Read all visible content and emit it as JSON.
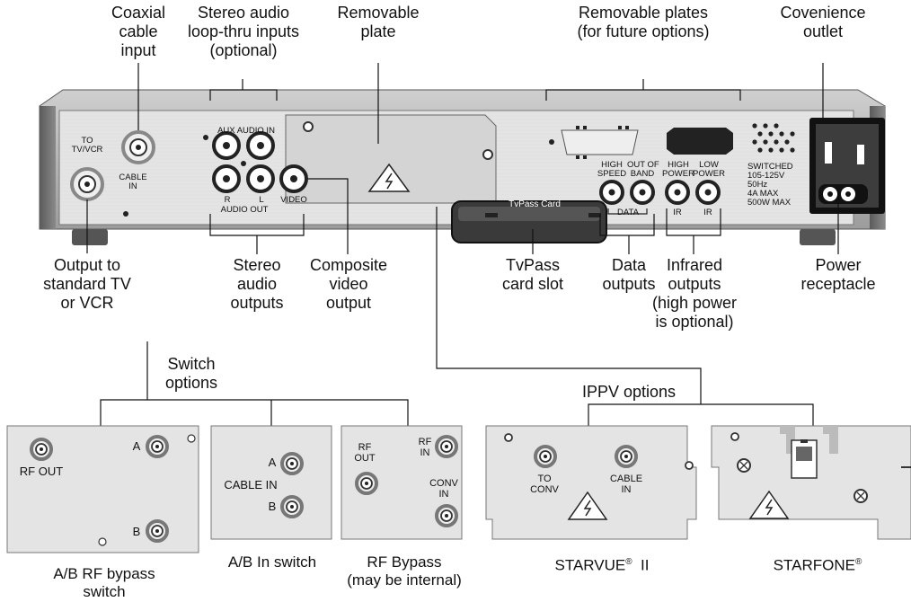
{
  "callouts": {
    "coaxial_cable_input": [
      "Coaxial",
      "cable",
      "input"
    ],
    "stereo_loop_thru": [
      "Stereo audio",
      "loop-thru inputs",
      "(optional)"
    ],
    "removable_plate": [
      "Removable",
      "plate"
    ],
    "removable_plates": [
      "Removable plates",
      "(for future options)"
    ],
    "convenience_outlet": [
      "Covenience",
      "outlet"
    ],
    "output_standard_tv": [
      "Output to",
      "standard TV",
      "or VCR"
    ],
    "stereo_audio_outputs": [
      "Stereo",
      "audio",
      "outputs"
    ],
    "composite_video_output": [
      "Composite",
      "video",
      "output"
    ],
    "tvpass_card_slot": [
      "TvPass",
      "card slot"
    ],
    "data_outputs": [
      "Data",
      "outputs"
    ],
    "infrared_outputs": [
      "Infrared",
      "outputs",
      "(high power",
      "is optional)"
    ],
    "power_receptacle": [
      "Power",
      "receptacle"
    ],
    "switch_options": [
      "Switch",
      "options"
    ],
    "ippv_options": "IPPV options"
  },
  "panel_labels": {
    "to_tv_vcr": [
      "TO",
      "TV/VCR"
    ],
    "cable_in": [
      "CABLE",
      "IN"
    ],
    "aux_audio_in": "AUX AUDIO IN",
    "r": "R",
    "l": "L",
    "video": "VIDEO",
    "audio_out": "AUDIO OUT",
    "high_speed": [
      "HIGH",
      "SPEED"
    ],
    "out_of_band": [
      "OUT OF",
      "BAND"
    ],
    "data": "DATA",
    "high_power": [
      "HIGH",
      "POWER"
    ],
    "low_power": [
      "LOW",
      "POWER"
    ],
    "ir": "IR",
    "tvpass_card": "TvPass Card",
    "power_spec": [
      "SWITCHED",
      "105-125V",
      "50Hz",
      "4A MAX",
      "500W MAX"
    ]
  },
  "option_plates": {
    "ab_rf_bypass": {
      "rf_out": "RF OUT",
      "a": "A",
      "b": "B",
      "caption": [
        "A/B RF bypass",
        "switch"
      ]
    },
    "ab_in_switch": {
      "a": "A",
      "cable_in": "CABLE IN",
      "b": "B",
      "caption": "A/B In switch"
    },
    "rf_bypass": {
      "rf_out": [
        "RF",
        "OUT"
      ],
      "rf_in": [
        "RF",
        "IN"
      ],
      "conv_in": [
        "CONV",
        "IN"
      ],
      "caption": [
        "RF Bypass",
        "(may be internal)"
      ]
    },
    "starvue": {
      "to_conv": [
        "TO",
        "CONV"
      ],
      "cable_in": [
        "CABLE",
        "IN"
      ],
      "caption": "STARVUE",
      "caption_mark": "®",
      "caption_suffix": "II"
    },
    "starfone": {
      "caption": "STARFONE",
      "caption_mark": "®"
    }
  }
}
